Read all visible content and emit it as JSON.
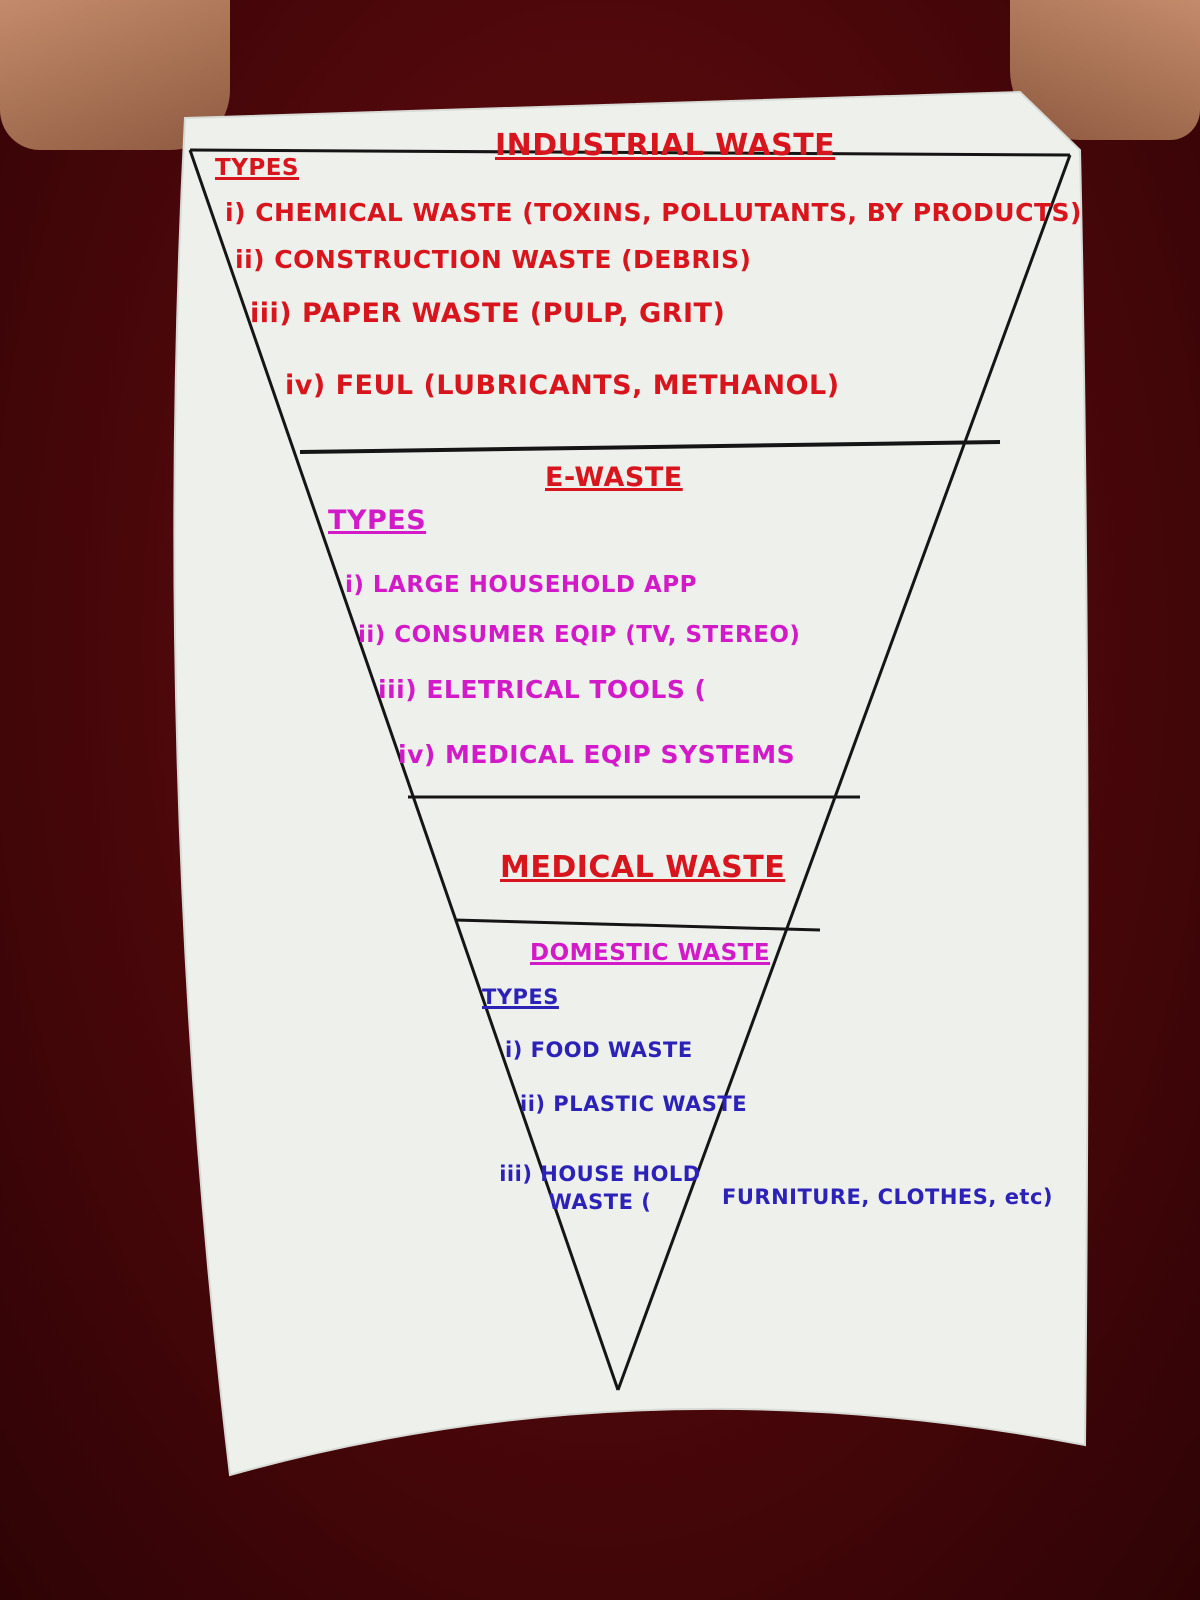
{
  "industrial": {
    "title": "INDUSTRIAL WASTE",
    "types_label": "TYPES",
    "items": [
      "i) CHEMICAL WASTE (TOXINS, POLLUTANTS, BY PRODUCTS)",
      "ii) CONSTRUCTION WASTE (DEBRIS)",
      "iii) PAPER WASTE (PULP, GRIT)",
      "iv) FEUL (LUBRICANTS, METHANOL)"
    ]
  },
  "ewaste": {
    "title": "E-WASTE",
    "types_label": "TYPES",
    "items": [
      "i) LARGE HOUSEHOLD APP",
      "ii) CONSUMER EQIP (TV, STEREO)",
      "iii) ELETRICAL TOOLS (",
      "iv) MEDICAL EQIP SYSTEMS"
    ]
  },
  "medical": {
    "title": "MEDICAL WASTE"
  },
  "domestic": {
    "title": "DOMESTIC WASTE",
    "types_label": "TYPES",
    "items": [
      "i) FOOD WASTE",
      "ii) PLASTIC WASTE",
      "iii) HOUSE HOLD WASTE ("
    ],
    "item3_continuation": "FURNITURE, CLOTHES, etc)"
  },
  "colors": {
    "industrial": "#d8141d",
    "ewaste": "#d21ac9",
    "domestic": "#2c22b8",
    "ink": "#151515",
    "paper": "#eef0ec",
    "background": "#4a070a"
  }
}
